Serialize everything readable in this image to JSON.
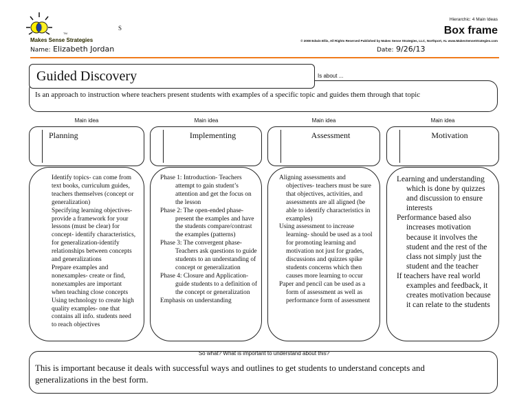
{
  "header": {
    "brand": "Makes Sense Strategies",
    "tm": "TM",
    "stray_mark": "S",
    "hierarchy": "Hierarchic: 4 Main Ideas",
    "frame_title": "Box frame",
    "copyright": "© 2008 Edwin Ellis, All Rights Reserved   Published by Makes Sense Strategies, LLC, Northport, AL   www.MakesSenseStrategies.com",
    "name_label": "Name:",
    "name_value": "Elizabeth Jordan",
    "date_label": "Date:",
    "date_value": "9/26/13",
    "accent_color": "#f07a1a"
  },
  "topic": {
    "title": "Guided Discovery",
    "is_about_label": "Is about ...",
    "is_about_text": "Is an approach to instruction where teachers present students with examples of a specific topic and guides them through that topic"
  },
  "main_ideas": [
    {
      "label": "Main idea",
      "title": "Planning",
      "details": [
        "Identify topics- can come from text books, curriculum guides, teachers themselves  (concept or generalization)",
        "Specifying learning objectives- provide a framework for your lessons (must be clear) for concept- identify characteristics, for generalization-identify relationships between concepts and generalizations",
        "Prepare examples and nonexamples- create or find, nonexamples are important when teaching close concepts",
        "Using technology to create high quality examples- one that contains all info. students need to reach objectives"
      ]
    },
    {
      "label": "Main idea",
      "title": "Implementing",
      "details": [
        "Phase 1: Introduction- Teachers attempt to gain student’s attention and get the focus on the lesson",
        "Phase 2: The open-ended phase- present the examples and have the students compare/contrast the examples (patterns)",
        "Phase 3: The convergent phase- Teachers ask questions to guide students to an understanding of concept or generalization",
        "Phase 4: Closure and Application-guide students to a definition of the concept or generalization",
        "Emphasis on understanding"
      ]
    },
    {
      "label": "Main idea",
      "title": "Assessment",
      "details": [
        "Aligning assessments and objectives- teachers must be sure that objectives, activities, and assessments are all aligned (be able to identify characteristics in examples)",
        "Using assessment to increase learning- should be used as a tool for promoting learning and motivation not just for grades, discussions and quizzes spike students concerns which then causes more learning to occur",
        "Paper and pencil can be used as a form of assessment as well as performance form of assessment"
      ]
    },
    {
      "label": "Main idea",
      "title": "Motivation",
      "details": [
        "Learning and understanding which is done by quizzes and discussion to ensure interests",
        "Performance based also increases motivation because it involves the student and the rest of the class not simply just the student and the teacher",
        "If teachers have real world examples and feedback, it creates motivation because it can relate to the students"
      ]
    }
  ],
  "so_what": {
    "label": "So what? What is important to understand about this?",
    "text": "This is important because it deals with successful ways and outlines to get students to understand concepts and generalizations in the best form."
  }
}
